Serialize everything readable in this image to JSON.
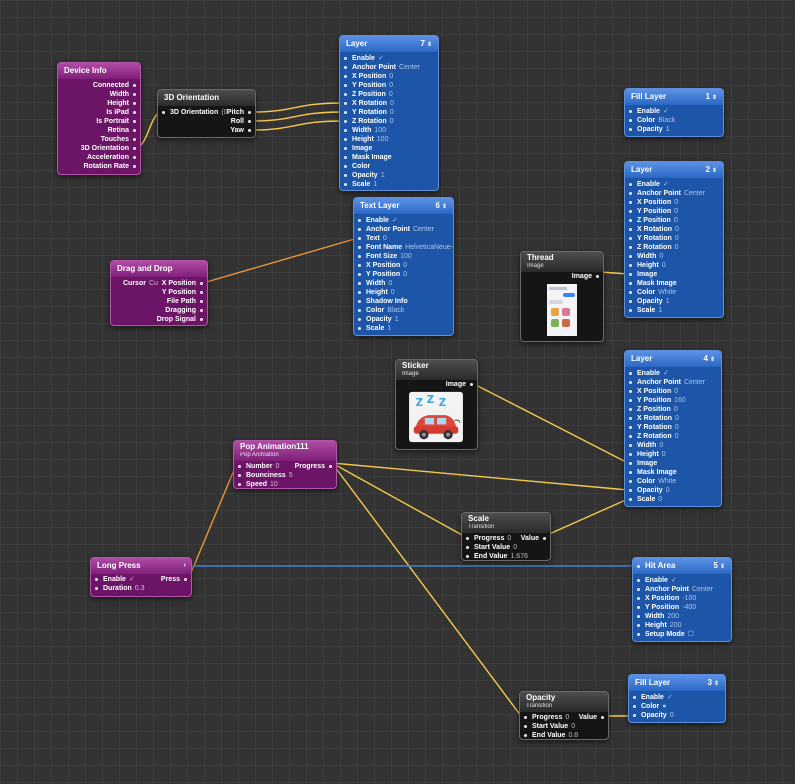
{
  "colors": {
    "canvas": "#333333",
    "wire": "#f5c84c",
    "wire_orange": "#e8953a",
    "wire_blue": "#4a7fd0"
  },
  "device_info": {
    "title": "Device Info",
    "outputs": [
      "Connected",
      "Width",
      "Height",
      "Is iPad",
      "Is Portrait",
      "Retina",
      "Touches",
      "3D Orientation",
      "Acceleration",
      "Rotation Rate"
    ]
  },
  "orientation": {
    "title": "3D Orientation",
    "input": "3D Orientation",
    "input_value": "(0",
    "outputs": [
      "Pitch",
      "Roll",
      "Yaw"
    ]
  },
  "layer7": {
    "title": "Layer",
    "count": "7",
    "props": [
      {
        "label": "Enable",
        "value": "✓"
      },
      {
        "label": "Anchor Point",
        "value": "Center"
      },
      {
        "label": "X Position",
        "value": "0"
      },
      {
        "label": "Y Position",
        "value": "0"
      },
      {
        "label": "Z Position",
        "value": "0"
      },
      {
        "label": "X Rotation",
        "value": "0"
      },
      {
        "label": "Y Rotation",
        "value": "0"
      },
      {
        "label": "Z Rotation",
        "value": "0"
      },
      {
        "label": "Width",
        "value": "100"
      },
      {
        "label": "Height",
        "value": "100"
      },
      {
        "label": "Image",
        "value": ""
      },
      {
        "label": "Mask Image",
        "value": ""
      },
      {
        "label": "Color",
        "value": ""
      },
      {
        "label": "Opacity",
        "value": "1"
      },
      {
        "label": "Scale",
        "value": "1"
      }
    ]
  },
  "text_layer": {
    "title": "Text Layer",
    "count": "6",
    "props": [
      {
        "label": "Enable",
        "value": "✓"
      },
      {
        "label": "Anchor Point",
        "value": "Center"
      },
      {
        "label": "Text",
        "value": "0"
      },
      {
        "label": "Font Name",
        "value": "HelveticaNeue-"
      },
      {
        "label": "Font Size",
        "value": "100"
      },
      {
        "label": "X Position",
        "value": "0"
      },
      {
        "label": "Y Position",
        "value": "0"
      },
      {
        "label": "Width",
        "value": "0"
      },
      {
        "label": "Height",
        "value": "0"
      },
      {
        "label": "Shadow Info",
        "value": ""
      },
      {
        "label": "Color",
        "value": "Black"
      },
      {
        "label": "Opacity",
        "value": "1"
      },
      {
        "label": "Scale",
        "value": "1"
      }
    ]
  },
  "fill_layer1": {
    "title": "Fill Layer",
    "count": "1",
    "props": [
      {
        "label": "Enable",
        "value": "✓"
      },
      {
        "label": "Color",
        "value": "Black"
      },
      {
        "label": "Opacity",
        "value": "1"
      }
    ]
  },
  "layer2": {
    "title": "Layer",
    "count": "2",
    "props": [
      {
        "label": "Enable",
        "value": "✓"
      },
      {
        "label": "Anchor Point",
        "value": "Center"
      },
      {
        "label": "X Position",
        "value": "0"
      },
      {
        "label": "Y Position",
        "value": "0"
      },
      {
        "label": "Z Position",
        "value": "0"
      },
      {
        "label": "X Rotation",
        "value": "0"
      },
      {
        "label": "Y Rotation",
        "value": "0"
      },
      {
        "label": "Z Rotation",
        "value": "0"
      },
      {
        "label": "Width",
        "value": "0"
      },
      {
        "label": "Height",
        "value": "0"
      },
      {
        "label": "Image",
        "value": ""
      },
      {
        "label": "Mask Image",
        "value": ""
      },
      {
        "label": "Color",
        "value": "White"
      },
      {
        "label": "Opacity",
        "value": "1"
      },
      {
        "label": "Scale",
        "value": "1"
      }
    ]
  },
  "drag_drop": {
    "title": "Drag and Drop",
    "cursor_label": "Cursor",
    "cursor_value": "Cu",
    "outputs": [
      "X Position",
      "Y Position",
      "File Path",
      "Dragging",
      "Drop Signal"
    ]
  },
  "thread": {
    "title": "Thread",
    "subtitle": "Image",
    "output": "Image"
  },
  "sticker": {
    "title": "Sticker",
    "subtitle": "Image",
    "output": "Image"
  },
  "layer4": {
    "title": "Layer",
    "count": "4",
    "props": [
      {
        "label": "Enable",
        "value": "✓"
      },
      {
        "label": "Anchor Point",
        "value": "Center"
      },
      {
        "label": "X Position",
        "value": "0"
      },
      {
        "label": "Y Position",
        "value": "160"
      },
      {
        "label": "Z Position",
        "value": "0"
      },
      {
        "label": "X Rotation",
        "value": "0"
      },
      {
        "label": "Y Rotation",
        "value": "0"
      },
      {
        "label": "Z Rotation",
        "value": "0"
      },
      {
        "label": "Width",
        "value": "0"
      },
      {
        "label": "Height",
        "value": "0"
      },
      {
        "label": "Image",
        "value": ""
      },
      {
        "label": "Mask Image",
        "value": ""
      },
      {
        "label": "Color",
        "value": "White"
      },
      {
        "label": "Opacity",
        "value": "0"
      },
      {
        "label": "Scale",
        "value": "0"
      }
    ]
  },
  "pop_anim": {
    "title": "Pop Animation111",
    "subtitle": "Pop Animation",
    "output": "Progress",
    "inputs": [
      {
        "label": "Number",
        "value": "0"
      },
      {
        "label": "Bounciness",
        "value": "5"
      },
      {
        "label": "Speed",
        "value": "10"
      }
    ]
  },
  "scale_tr": {
    "title": "Scale",
    "subtitle": "Transition",
    "output": "Value",
    "inputs": [
      {
        "label": "Progress",
        "value": "0"
      },
      {
        "label": "Start Value",
        "value": "0"
      },
      {
        "label": "End Value",
        "value": "1.676"
      }
    ]
  },
  "long_press": {
    "title": "Long Press",
    "enable_label": "Enable",
    "enable_value": "✓",
    "output": "Press",
    "duration_label": "Duration",
    "duration_value": "0.3"
  },
  "hit_area": {
    "title": "Hit Area",
    "count": "5",
    "props": [
      {
        "label": "Enable",
        "value": "✓"
      },
      {
        "label": "Anchor Point",
        "value": "Center"
      },
      {
        "label": "X Position",
        "value": "-100"
      },
      {
        "label": "Y Position",
        "value": "-400"
      },
      {
        "label": "Width",
        "value": "200"
      },
      {
        "label": "Height",
        "value": "200"
      },
      {
        "label": "Setup Mode",
        "value": "☐"
      }
    ]
  },
  "opacity_tr": {
    "title": "Opacity",
    "subtitle": "Transition",
    "output": "Value",
    "inputs": [
      {
        "label": "Progress",
        "value": "0"
      },
      {
        "label": "Start Value",
        "value": "0"
      },
      {
        "label": "End Value",
        "value": "0.8"
      }
    ]
  },
  "fill_layer3": {
    "title": "Fill Layer",
    "count": "3",
    "props": [
      {
        "label": "Enable",
        "value": "✓"
      },
      {
        "label": "Color",
        "value": "●"
      },
      {
        "label": "Opacity",
        "value": "0"
      }
    ]
  }
}
